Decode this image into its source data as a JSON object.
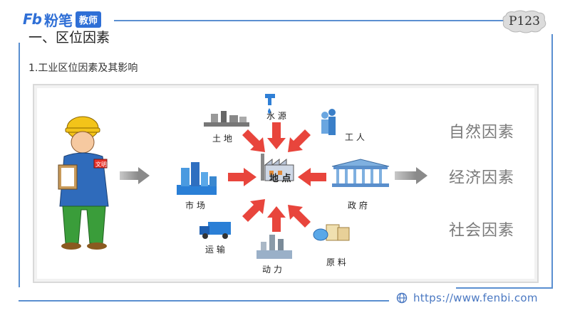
{
  "header": {
    "logo_mark": "Fb",
    "logo_name": "粉笔",
    "logo_badge": "教师",
    "page_number": "P123"
  },
  "section_title": "一、区位因素",
  "subtitle": "1.工业区位因素及其影响",
  "diagram": {
    "center_label": "地 点",
    "inputs": [
      {
        "key": "water",
        "label": "水 源"
      },
      {
        "key": "land",
        "label": "土 地"
      },
      {
        "key": "labor",
        "label": "工 人"
      },
      {
        "key": "market",
        "label": "市 场"
      },
      {
        "key": "government",
        "label": "政 府"
      },
      {
        "key": "transport",
        "label": "运 输"
      },
      {
        "key": "power",
        "label": "动 力"
      },
      {
        "key": "material",
        "label": "原 料"
      }
    ],
    "armband_text": "文明",
    "factors": [
      "自然因素",
      "经济因素",
      "社会因素"
    ]
  },
  "footer": {
    "url": "https://www.fenbi.com",
    "globe_icon": "globe-icon"
  },
  "colors": {
    "frame_blue": "#5a8fd0",
    "arrow_red": "#e8453c",
    "factor_gray": "#7a7a7a",
    "url_blue": "#4a78c2"
  }
}
